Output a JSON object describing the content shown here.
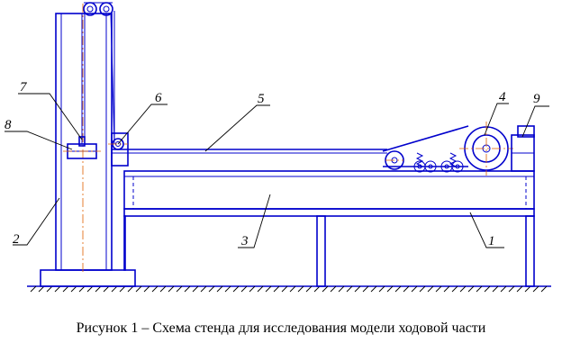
{
  "labels": {
    "l1": "1",
    "l2": "2",
    "l3": "3",
    "l4": "4",
    "l5": "5",
    "l6": "6",
    "l7": "7",
    "l8": "8",
    "l9": "9"
  },
  "caption": "Рисунок 1 – Схема стенда для исследования модели ходовой части",
  "colors": {
    "outline": "#0000cc",
    "axis": "#e06000",
    "leader": "#000000"
  }
}
